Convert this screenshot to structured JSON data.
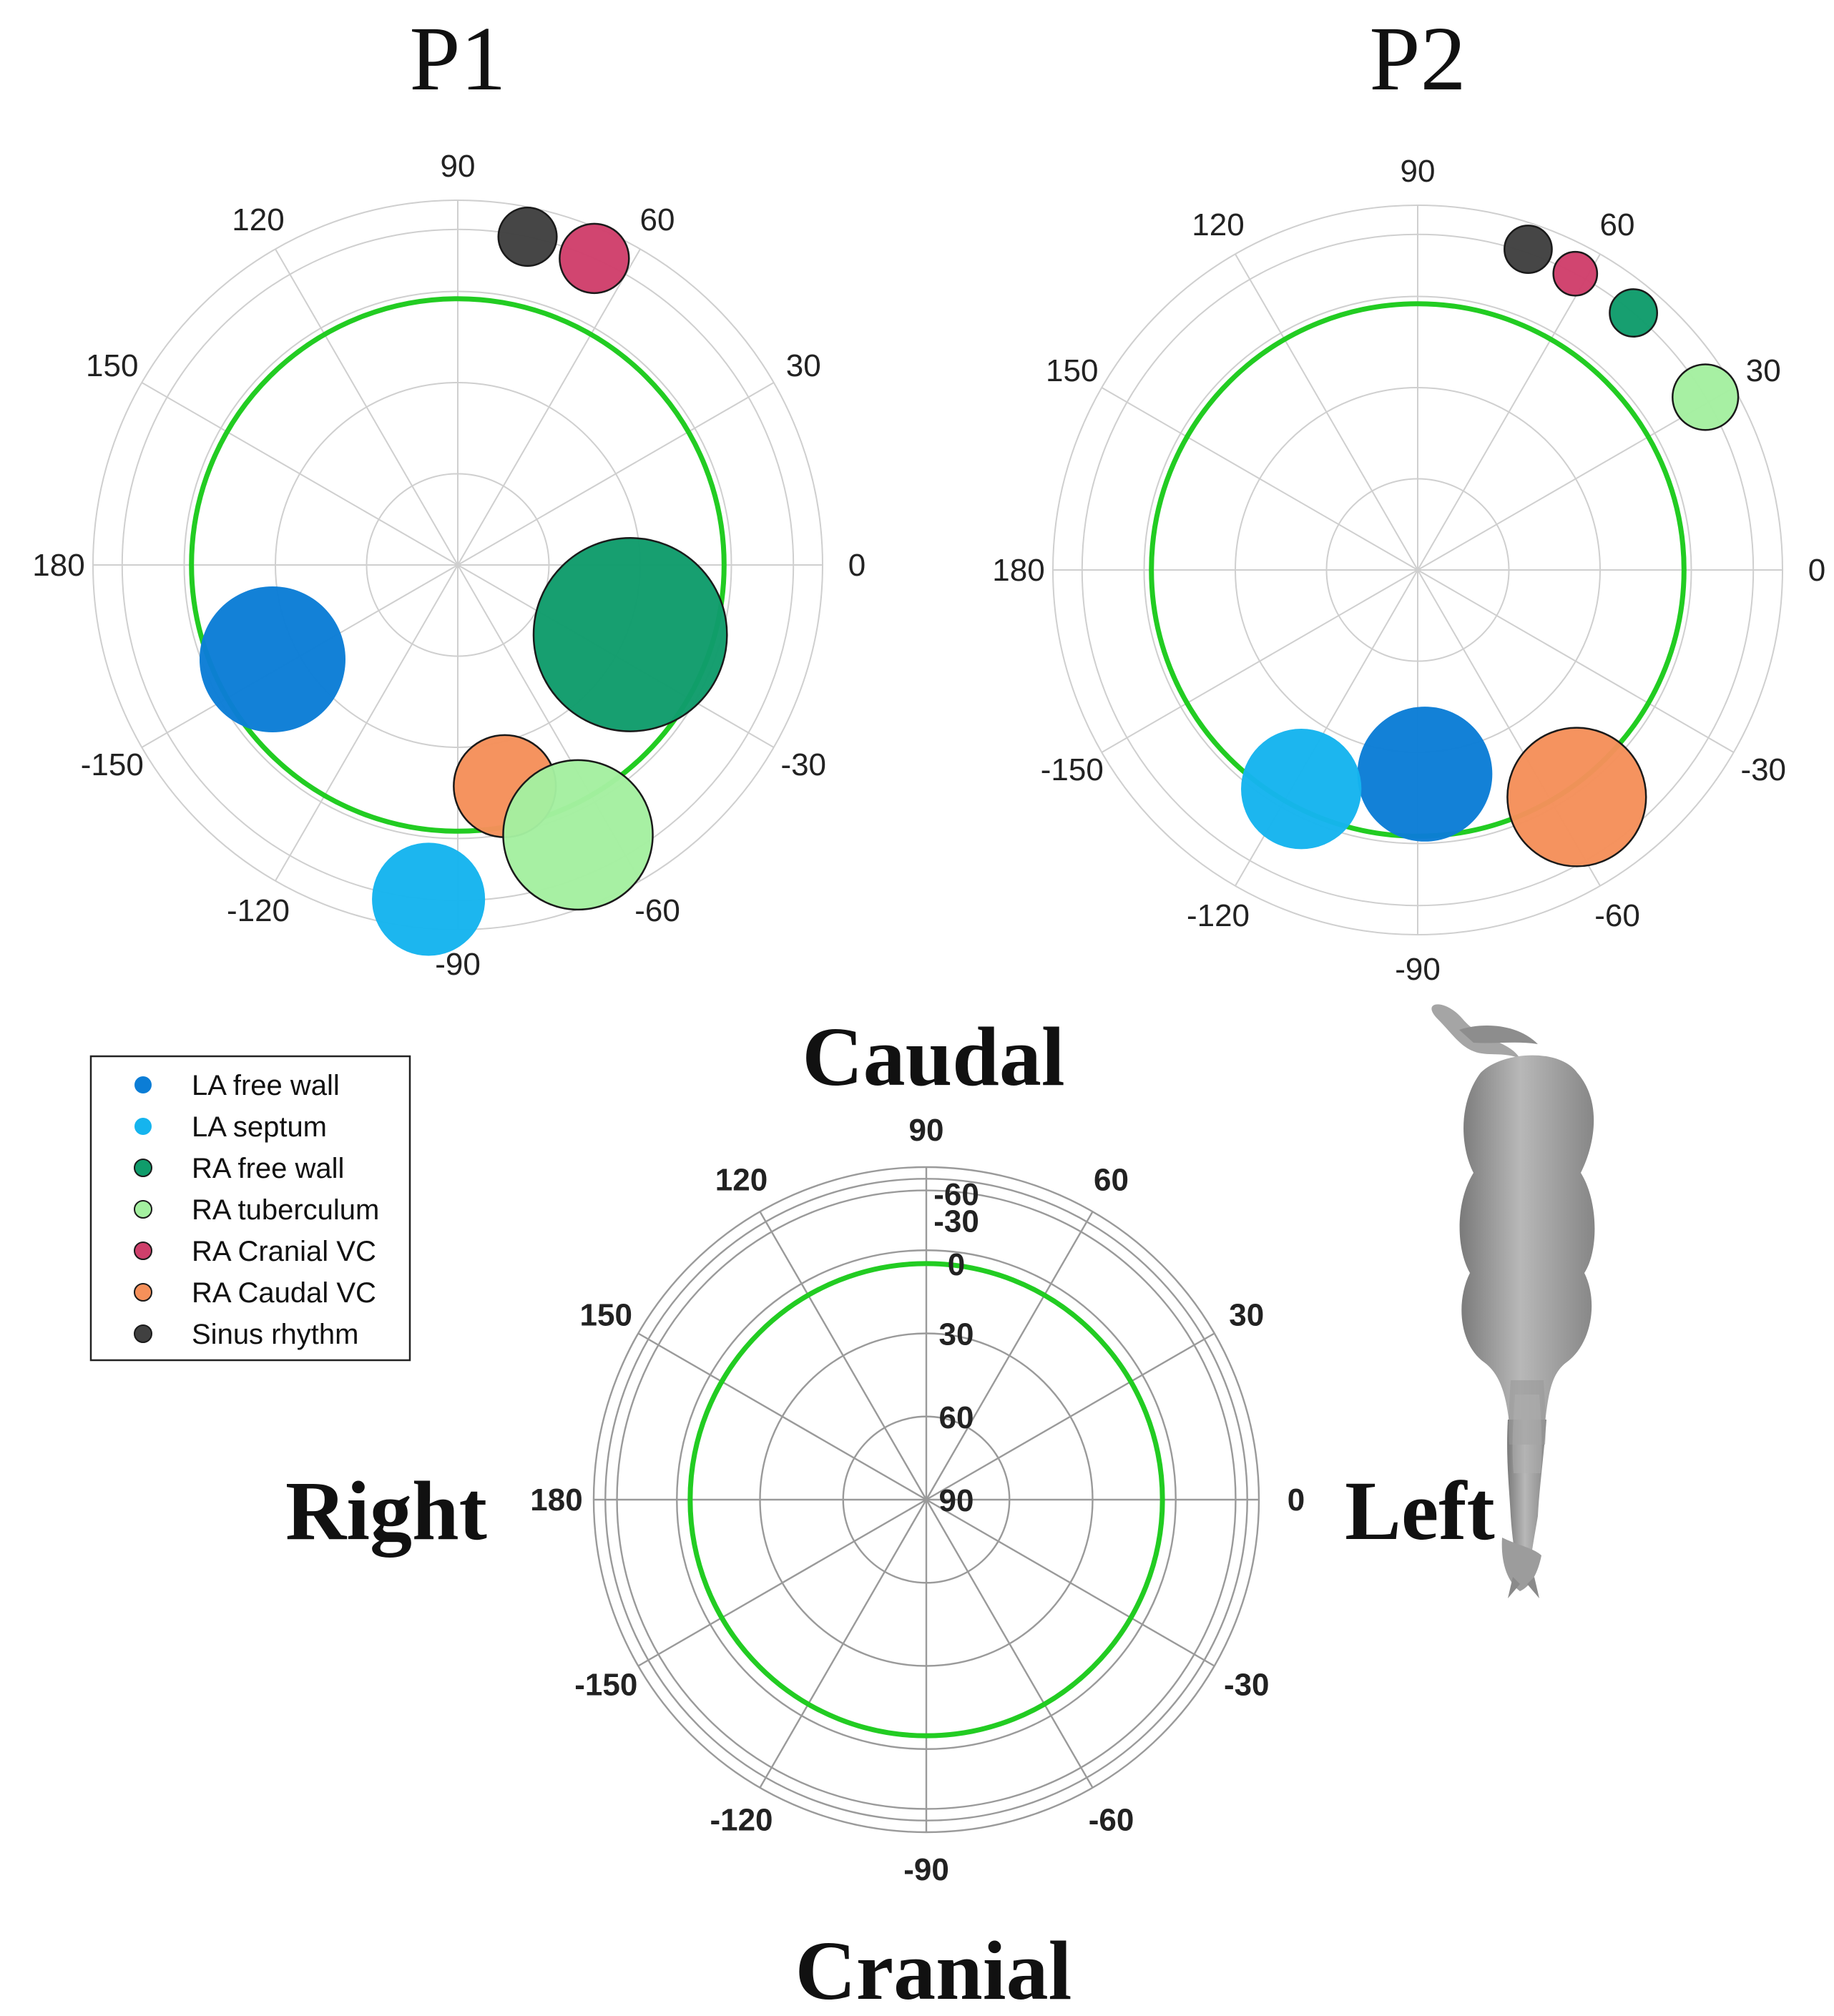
{
  "chart_data": [
    {
      "type": "scatter",
      "title": "P1",
      "theta_ticks": [
        "90",
        "60",
        "30",
        "0",
        "-30",
        "-60",
        "-90",
        "-120",
        "-150",
        "180",
        "150",
        "120"
      ],
      "series": [
        {
          "name": "Sinus rhythm",
          "theta": 78,
          "r": 0.92,
          "size": 0.16
        },
        {
          "name": "RA Cranial VC",
          "theta": 66,
          "r": 0.92,
          "size": 0.19
        },
        {
          "name": "RA free wall",
          "theta": -22,
          "r": 0.51,
          "size": 0.53
        },
        {
          "name": "LA free wall",
          "theta": -153,
          "r": 0.57,
          "size": 0.4
        },
        {
          "name": "RA Caudal VC",
          "theta": -78,
          "r": 0.62,
          "size": 0.28
        },
        {
          "name": "RA tuberculum",
          "theta": -66,
          "r": 0.81,
          "size": 0.41
        },
        {
          "name": "LA septum",
          "theta": -95,
          "r": 0.92,
          "size": 0.31
        }
      ],
      "reference_circle": {
        "center_theta": 0,
        "center_r": 0,
        "radius": 0.73,
        "color": "#22cc22"
      }
    },
    {
      "type": "scatter",
      "title": "P2",
      "theta_ticks": [
        "90",
        "60",
        "30",
        "0",
        "-30",
        "-60",
        "-90",
        "-120",
        "-150",
        "180",
        "150",
        "120"
      ],
      "series": [
        {
          "name": "Sinus rhythm",
          "theta": 71,
          "r": 0.93,
          "size": 0.13
        },
        {
          "name": "RA Cranial VC",
          "theta": 62,
          "r": 0.92,
          "size": 0.12
        },
        {
          "name": "RA free wall",
          "theta": 50,
          "r": 0.92,
          "size": 0.13
        },
        {
          "name": "RA tuberculum",
          "theta": 31,
          "r": 0.92,
          "size": 0.18
        },
        {
          "name": "LA free wall",
          "theta": -88,
          "r": 0.56,
          "size": 0.37
        },
        {
          "name": "LA septum",
          "theta": -118,
          "r": 0.68,
          "size": 0.33
        },
        {
          "name": "RA Caudal VC",
          "theta": -55,
          "r": 0.76,
          "size": 0.38
        }
      ],
      "reference_circle": {
        "center_theta": 0,
        "center_r": 0,
        "radius": 0.73,
        "color": "#22cc22"
      }
    },
    {
      "type": "scatter",
      "title": "",
      "theta_ticks": [
        "90",
        "60",
        "30",
        "0",
        "-30",
        "-60",
        "-90",
        "-120",
        "-150",
        "180",
        "150",
        "120"
      ],
      "radial_ticks": [
        "-60",
        "-30",
        "0",
        "30",
        "60",
        "90"
      ],
      "series": [],
      "reference_circle": {
        "center_theta": 0,
        "center_r": 0,
        "radius": 0.71,
        "color": "#22cc22"
      }
    }
  ],
  "legend": {
    "items": [
      {
        "label": "LA free wall",
        "color": "#0b7dd6",
        "outline": false
      },
      {
        "label": "LA septum",
        "color": "#15b4ee",
        "outline": false
      },
      {
        "label": "RA free wall",
        "color": "#0f9c6b",
        "outline": true
      },
      {
        "label": "RA tuberculum",
        "color": "#a4f0a0",
        "outline": true
      },
      {
        "label": "RA Cranial VC",
        "color": "#cf3f6b",
        "outline": true
      },
      {
        "label": "RA Caudal VC",
        "color": "#f5905a",
        "outline": true
      },
      {
        "label": "Sinus rhythm",
        "color": "#404040",
        "outline": true
      }
    ]
  },
  "orientation": {
    "top": "Caudal",
    "bottom": "Cranial",
    "left": "Right",
    "right": "Left"
  },
  "colors": {
    "reference_circle": "#22cc22",
    "horse_body": "#9a9a9a"
  },
  "icons": {
    "horse": "horse-top-view-icon"
  }
}
